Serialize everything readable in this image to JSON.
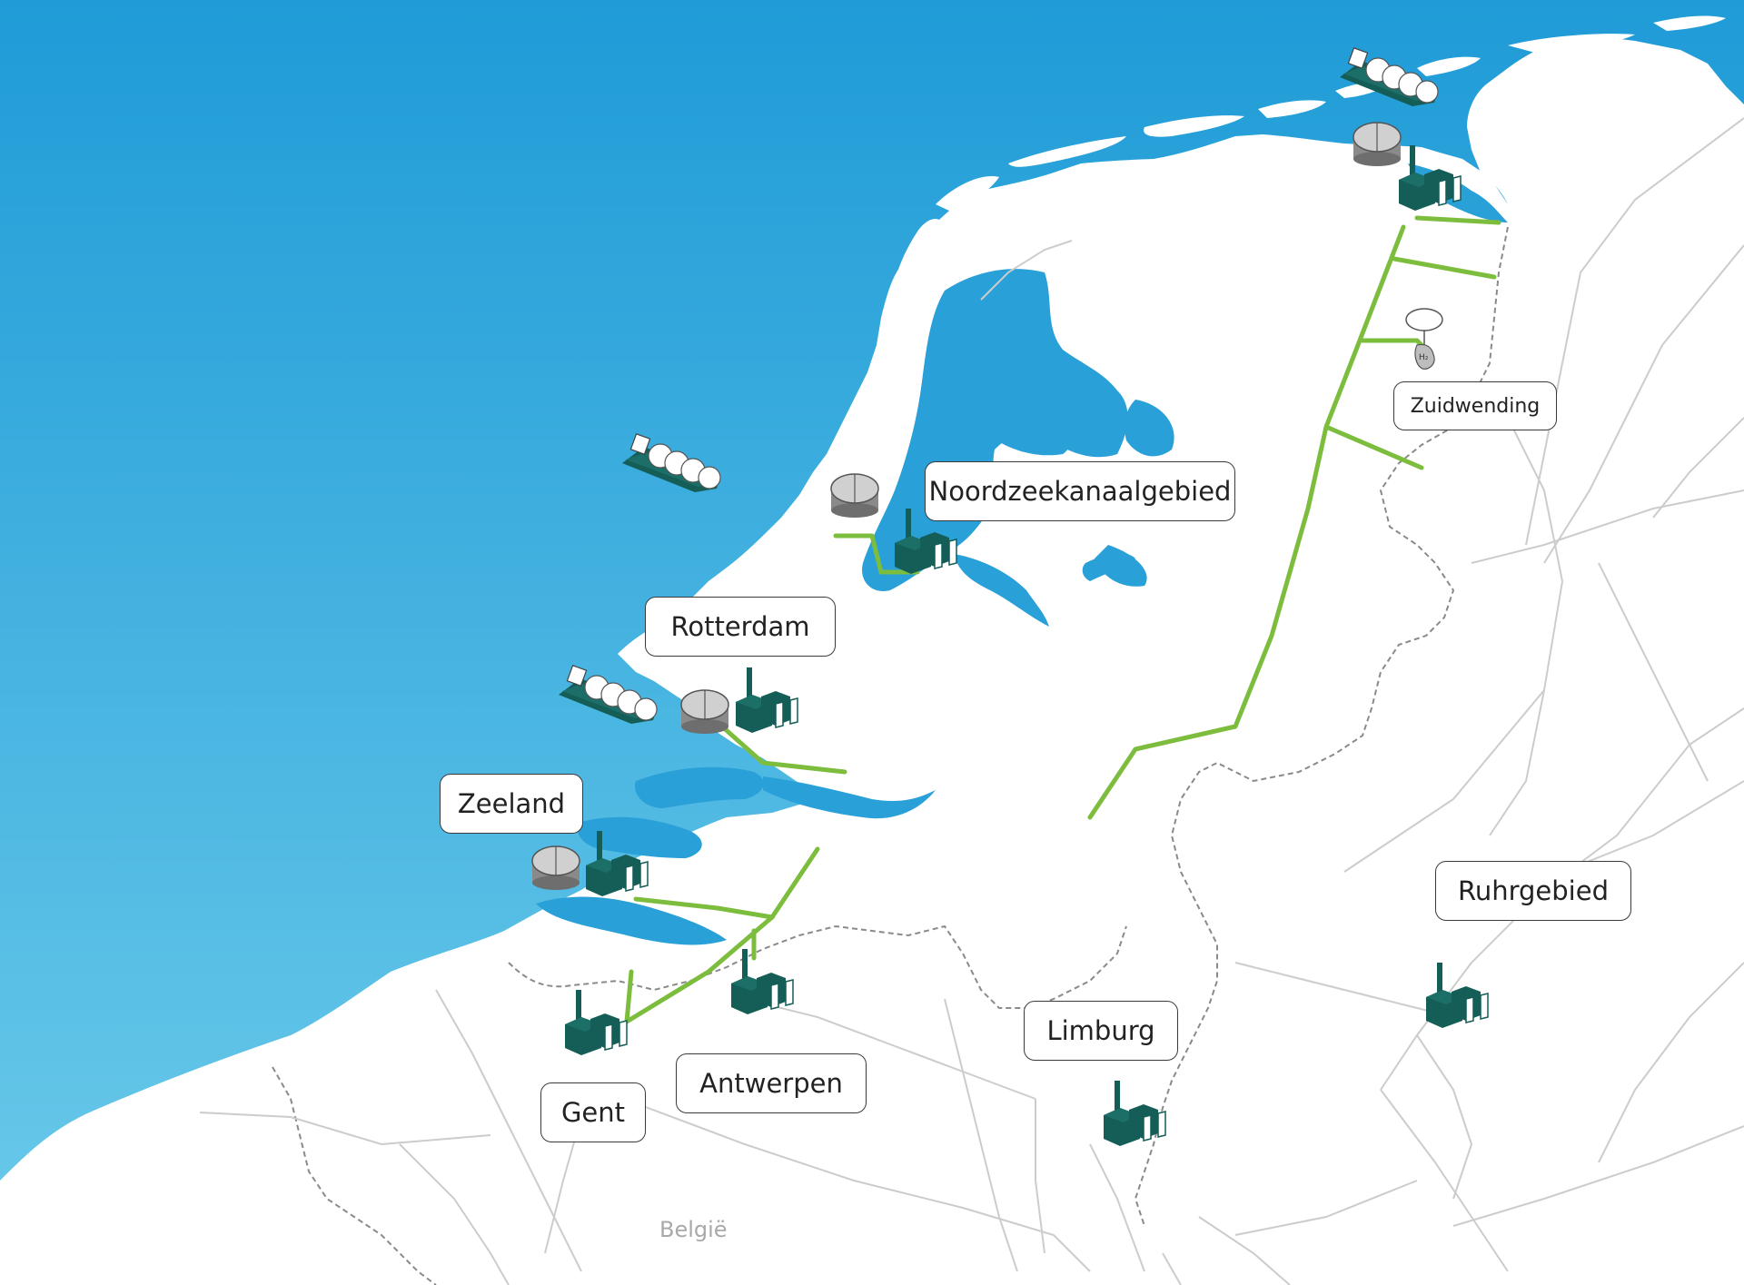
{
  "colors": {
    "sea_top": "#1f9bd7",
    "sea_bottom": "#6ccbea",
    "land": "#ffffff",
    "pipeline": "#7dbd3e",
    "factory": "#155d57",
    "storage": "#8a8a8a",
    "border_line": "#cccccc"
  },
  "regions": {
    "noordzeekanaalgebied": "Noordzeekanaalgebied",
    "rotterdam": "Rotterdam",
    "zeeland": "Zeeland",
    "zuidwending": "Zuidwending",
    "ruhrgebied": "Ruhrgebied",
    "limburg": "Limburg",
    "antwerpen": "Antwerpen",
    "gent": "Gent"
  },
  "country_labels": {
    "belgium": "België"
  },
  "icons": [
    "lng-ship-icon",
    "storage-tank-icon",
    "factory-icon",
    "hydrogen-cavern-icon"
  ]
}
